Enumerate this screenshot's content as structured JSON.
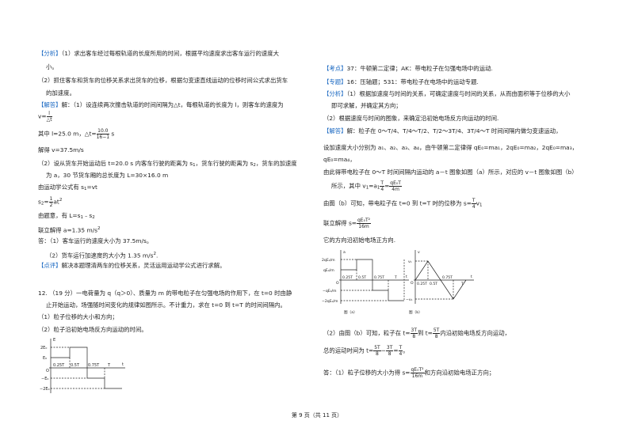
{
  "left": {
    "analysis_tag": "【分析】",
    "analysis_1a": "（1）求出客车经过每根轨道的长度所用的时间，根据平均速度求出客车运行的速度大",
    "analysis_1b": "小。",
    "analysis_2a": "（2）抓住客车和货车的位移关系求出货车的位移，根据匀变速直线运动的位移时间公式求出货车",
    "analysis_2b": "的加速度。",
    "solution_tag": "【解答】",
    "sol_1": "解：（1）设连续两次撞击轨道的时间间隔为△t，每根轨道的长度为 l，则客车的速度为",
    "sol_v_lhs": "v=",
    "sol_v_num": "l",
    "sol_v_den": "△t",
    "sol_dt_a": "其中 l=25.0 m，",
    "sol_dt_lhs": "△t=",
    "sol_dt_num": "10.0",
    "sol_dt_den": "16−1",
    "sol_dt_unit": "s",
    "sol_v_result": "解得 v=37.5m/s",
    "sol_2a": "（2）设从货车开始运动后 t=20.0 s 内客车行驶的距离为 s",
    "sol_2a_mid": "，货车行驶的距离为 s",
    "sol_2a_end": "，货车的加速度",
    "sol_2b": "为 a，30 节货车厢的总长度为 L=30×16.0 m",
    "sol_2c": "由运动学公式有 s",
    "sol_2c_end": "=vt",
    "sol_2d_lhs": "s",
    "sol_2d_rhs": "=",
    "sol_2d_frac_num": "1",
    "sol_2d_frac_den": "2",
    "sol_2d_tail": "at",
    "sol_2e": "由题意，有 L=s",
    "sol_2e_mid": "﹣s",
    "sol_2f": "联立解得 a=1.35 m/s",
    "answer_1": "答：（1）客车运行的速度大小为 37.5m/s。",
    "answer_2": "（2）货车运行加速度的大小为 1.35 m/s",
    "comment_tag": "【点评】",
    "comment": "解决本题理清两车的位移关系，灵活运用运动学公式进行求解。",
    "q12a": "12.  （19 分）一电荷量为 q（q＞0）、质量为 m 的带电粒子在匀强电场的作用下，在 t=0 时由静",
    "q12b": "止开始运动，场强随时间变化的规律如图所示。不计重力，求在 t=0 到 t=T 的时间间隔内。",
    "q12c": "（1）粒子位移的大小和方向；",
    "q12d": "（2）粒子沿初始电场反方向运动的时间。"
  },
  "right": {
    "kp_tag": "【考点】",
    "kp": "37：牛顿第二定律；AK：带电粒子在匀强电场中的运动.",
    "topic_tag": "【专题】",
    "topic": "16：压轴题；531：带电粒子在电场中的运动专题.",
    "analysis_tag": "【分析】",
    "an_1a": "（1）根据加速度与时间的关系，可确定速度与时间的关系，从而由面积等于位移的大小",
    "an_1b": "即可求解，并确定其方向；",
    "an_2": "（2）根据速度与时间的图象，来确定沿初始电场反方向运动的时间.",
    "sol_tag": "【解答】",
    "sol_1": "解：粒子在 0～T/4、T/4～T/2、T/2～3T/4、3T/4～T 时间间隔内做匀变速运动，",
    "sol_2": "设加速度大小分别为 a₁、a₂、a₃、a₄，由牛顿第二定律得 qE₀=ma₁，2qE₀=ma₂，2qE₀=ma₃，",
    "sol_3": "qE₀=ma₄，",
    "sol_4": "由此得带电粒子在 0～T 时间间隔内运动的 a－t 图象如图（a）所示，对应的 v－t 图象如图（b）",
    "sol_5_a": "所示，其中 v",
    "sol_5_b": "=a",
    "sol_5_num": "T",
    "sol_5_den": "4",
    "sol_5_c": "=",
    "sol_5_num2": "qE₀T",
    "sol_5_den2": "4m",
    "sol_6_a": "由图（b）可知，带电粒子在 t=0 到 t=T 时的位移为 s=",
    "sol_6_num": "T",
    "sol_6_den": "4",
    "sol_6_b": "v",
    "sol_7_a": "联立解得",
    "sol_7_lhs": "s=",
    "sol_7_num": "qE₀T²",
    "sol_7_den": "16m",
    "sol_8": "它的方向沿初始电场正方向.",
    "fig_a_label": "图（a）",
    "fig_b_label": "图（b）",
    "q2_a": "（2）由图（b）可知，粒子在 t=",
    "q2_num1": "3T",
    "q2_den1": "8",
    "q2_b": "到 t=",
    "q2_num2": "5T",
    "q2_den2": "8",
    "q2_c": "内沿初始电场反方向运动，",
    "q2_d": "总的运动时间为 t=",
    "q2_num3": "5T",
    "q2_den3": "8",
    "q2_e": "−",
    "q2_num4": "3T",
    "q2_den4": "8",
    "q2_f": "=",
    "q2_num5": "T",
    "q2_den5": "4",
    "q2_g": "。",
    "ans_a": "答：（1）粒子位移的大小为得",
    "ans_lhs": "s=",
    "ans_num": "qE₀T²",
    "ans_den": "16m",
    "ans_b": "和方向沿初始电场正方向；"
  },
  "fig_e": {
    "y_axis": "E",
    "x_axis": "t",
    "y_ticks": [
      "2E₀",
      "E₀",
      "O",
      "−E₀",
      "−2E₀"
    ],
    "x_ticks": [
      "0.25T",
      "0.5T",
      "0.75T",
      "T"
    ]
  },
  "fig_a": {
    "y_axis": "a",
    "x_axis": "t",
    "y_ticks": [
      "2qE₀/m",
      "qE₀/m",
      "O",
      "−qE₀/m",
      "−2qE₀/m"
    ],
    "x_ticks": [
      "0.25T",
      "0.5T",
      "0.75T",
      "T"
    ]
  },
  "fig_b": {
    "y_axis": "v",
    "x_axis": "t",
    "y_ticks": [
      "v₁",
      "O",
      "−v₁"
    ],
    "x_ticks": [
      "0.25T",
      "0.5T",
      "0.75T",
      "T"
    ]
  },
  "footer": "第 9 页（共 11 页）"
}
